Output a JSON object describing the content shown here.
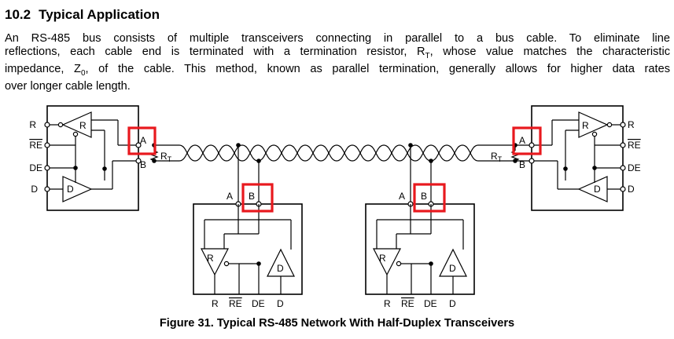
{
  "section": {
    "number": "10.2",
    "title": "Typical Application"
  },
  "paragraph": {
    "line1": "An RS-485 bus consists of multiple transceivers connecting in parallel to a bus cable. To eliminate line",
    "line2_a": "reflections, each cable end is terminated with a termination resistor, R",
    "line2_sub": "T",
    "line2_b": ", whose value matches the characteristic",
    "line3_a": "impedance, Z",
    "line3_sub": "0",
    "line3_b": ", of the cable. This method, known as parallel termination, generally allows for higher data rates",
    "line4": "over longer cable length."
  },
  "diagram": {
    "pin_r": "R",
    "pin_re": "RE",
    "pin_de": "DE",
    "pin_d": "D",
    "receiver": "R",
    "driver": "D",
    "bus_a": "A",
    "bus_b": "B",
    "resistor_main": "R",
    "resistor_sub": "T"
  },
  "caption": "Figure 31.  Typical RS-485 Network With Half-Duplex Transceivers",
  "colors": {
    "highlight": "#e8191e",
    "line": "#000000"
  }
}
